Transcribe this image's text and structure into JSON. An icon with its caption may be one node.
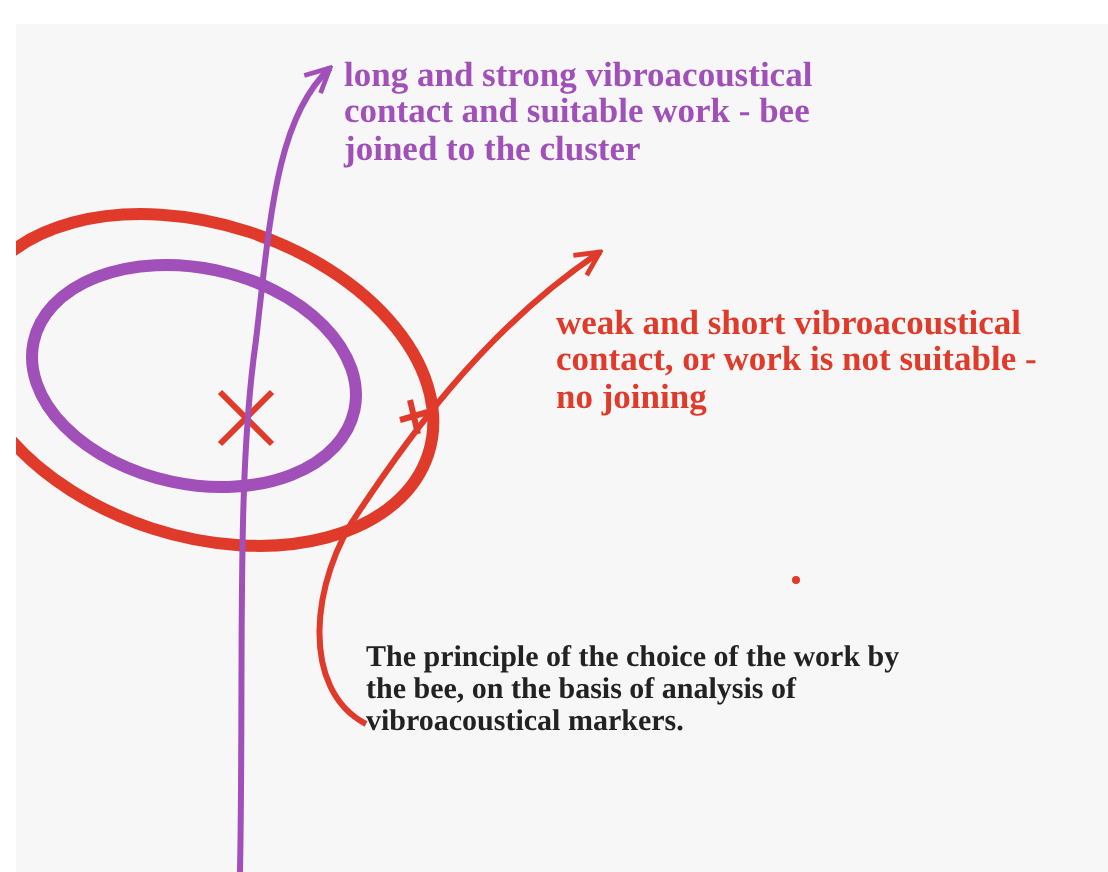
{
  "diagram": {
    "caption": "The principle of the choice of the work by the bee, on the basis of analysis of vibroacoustical markers.",
    "nodes": [
      {
        "text": [
          "long and strong vibroacoustical contact and suitable work - bee joined to the cluster"
        ]
      },
      {
        "text": [
          "weak and short vibroacoustical contact, or work is not suitable - no joining"
        ]
      }
    ],
    "edges": [
      {
        "from": null,
        "to": 0,
        "arrow": "to",
        "color": "#a050b8"
      },
      {
        "from": null,
        "to": 1,
        "arrow": "to",
        "color": "#e03a2a"
      }
    ]
  }
}
